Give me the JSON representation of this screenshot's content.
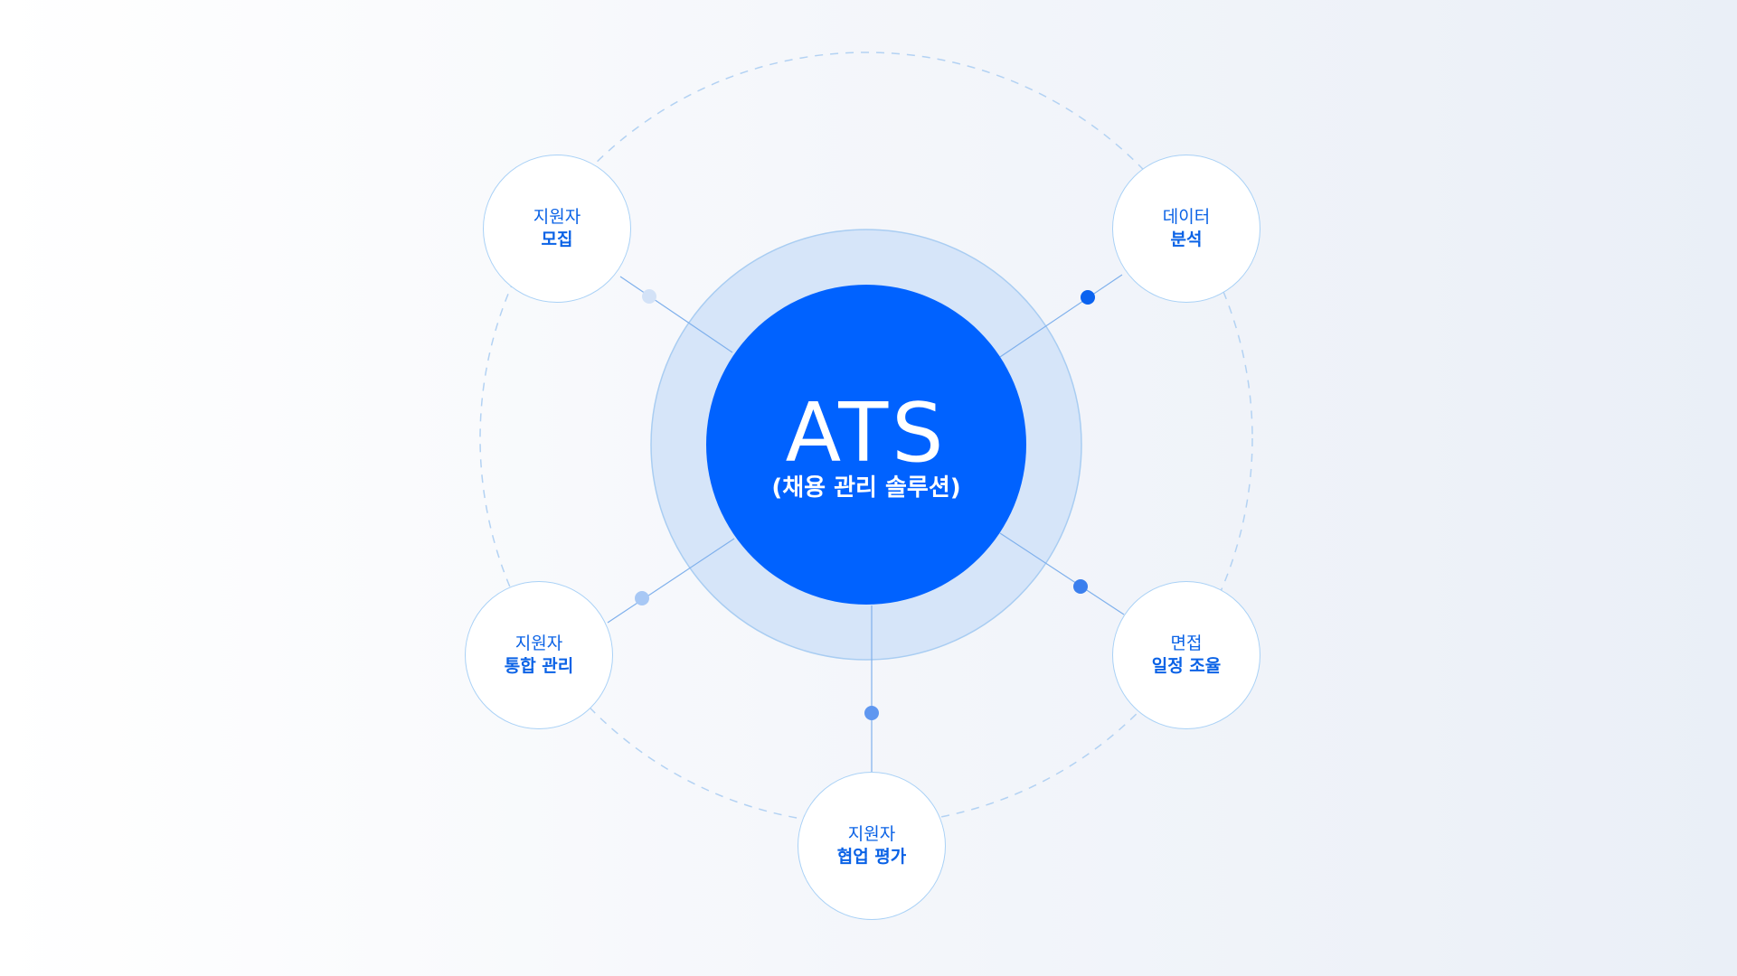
{
  "center": {
    "title": "ATS",
    "subtitle": "(채용 관리 솔루션)"
  },
  "nodes": [
    {
      "line1": "지원자",
      "line2": "모집"
    },
    {
      "line1": "데이터",
      "line2": "분석"
    },
    {
      "line1": "지원자",
      "line2": "통합 관리"
    },
    {
      "line1": "면접",
      "line2": "일정 조율"
    },
    {
      "line1": "지원자",
      "line2": "협업 평가"
    }
  ],
  "colors": {
    "primary": "#0062ff",
    "halo": "#d6e5f9",
    "node_text": "#0a62e6",
    "node_border": "#a9d1f6"
  }
}
